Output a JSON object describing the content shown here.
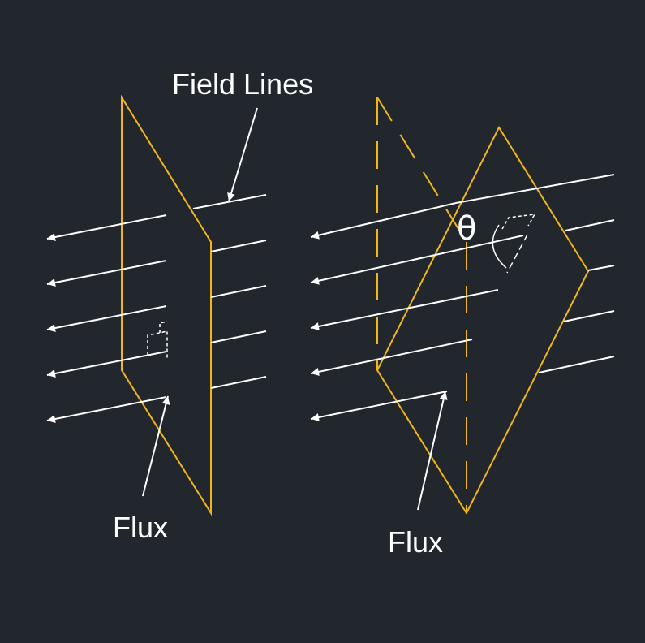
{
  "labels": {
    "field_lines": "Field Lines",
    "flux_left": "Flux",
    "flux_right": "Flux",
    "angle_symbol": "θ"
  },
  "colors": {
    "background": "#22272e",
    "plane": "#f2b51c",
    "lines": "#ffffff"
  }
}
